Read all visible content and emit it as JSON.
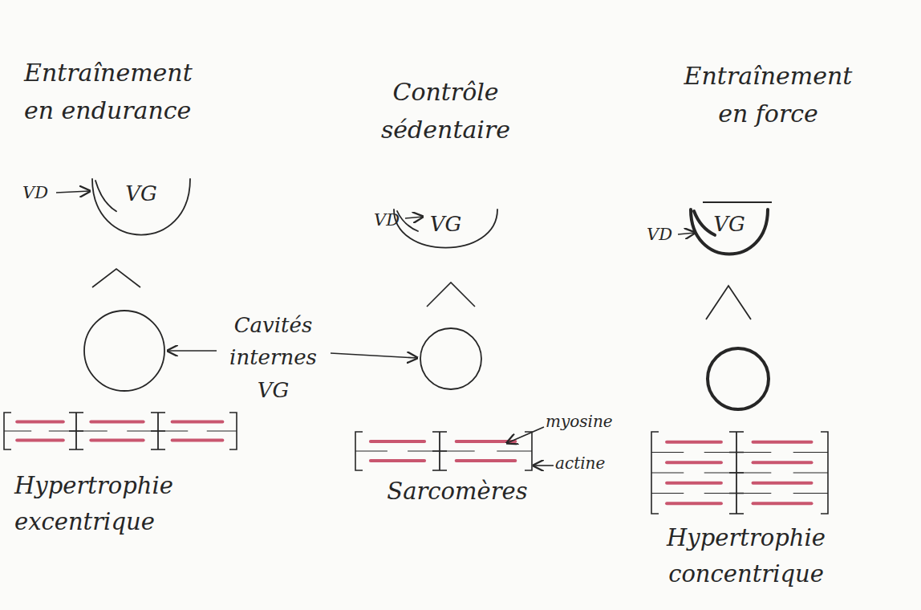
{
  "diagram": {
    "nodes": [
      {
        "text": [
          "VG"
        ]
      },
      {
        "text": [
          "VG"
        ]
      },
      {
        "text": [
          "VG"
        ]
      }
    ],
    "labels": [
      "Entraînement en endurance",
      "Contrôle sédentaire",
      "Entraînement en force",
      "VD",
      "VD",
      "VD",
      "Cavités internes VG",
      "myosine",
      "actine",
      "Hypertrophie excentrique",
      "Sarcomères",
      "Hypertrophie concentrique"
    ]
  }
}
